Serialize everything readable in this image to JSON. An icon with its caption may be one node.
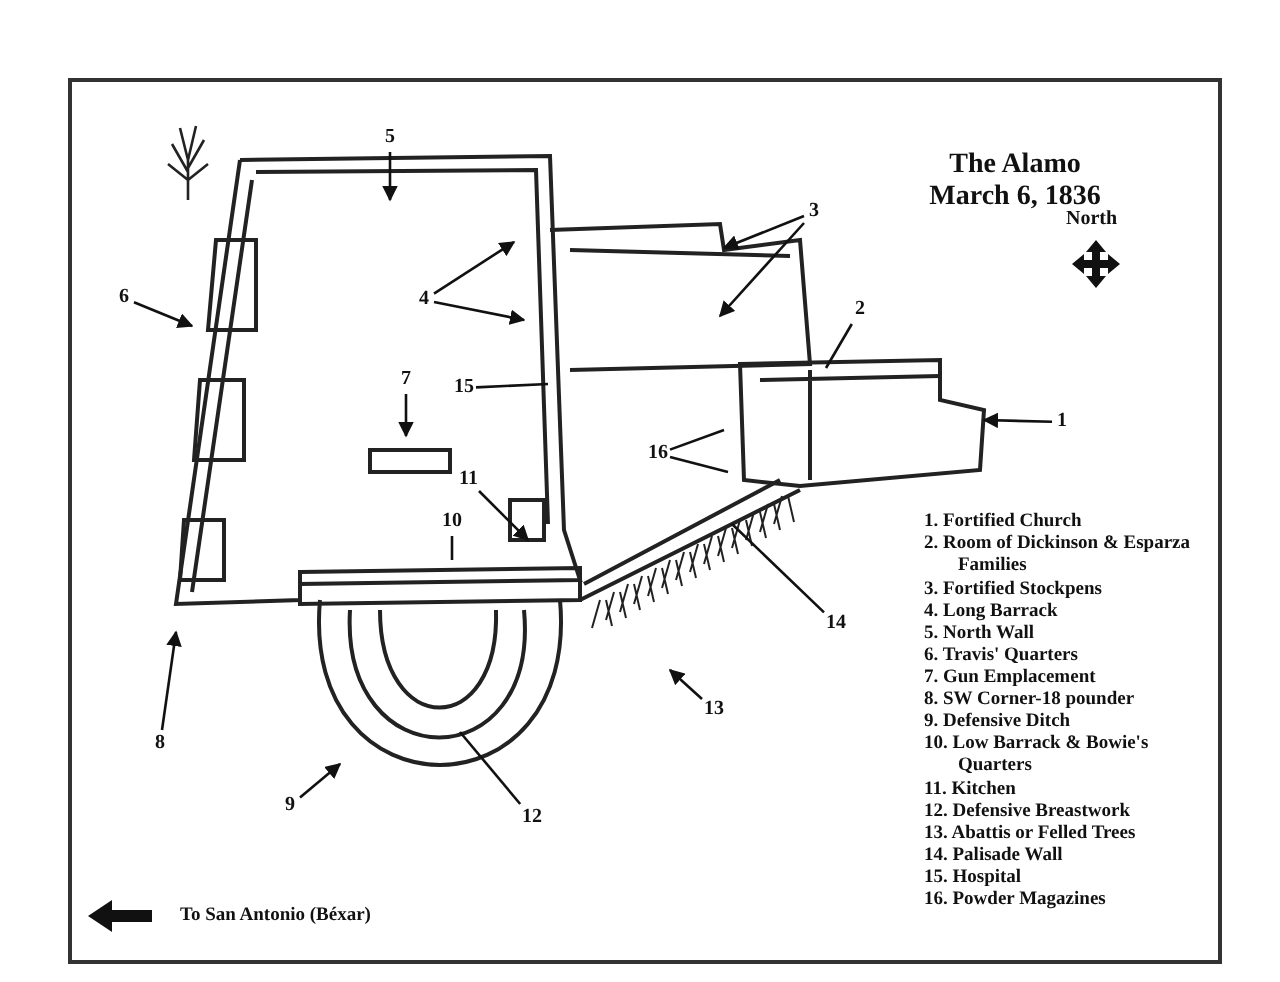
{
  "diagram": {
    "title": "The Alamo March 6, 1836",
    "nodes": [
      {
        "text": [
          "5"
        ]
      },
      {
        "text": [
          "3"
        ]
      },
      {
        "text": [
          "4"
        ]
      },
      {
        "text": [
          "6"
        ]
      },
      {
        "text": [
          "2"
        ]
      },
      {
        "text": [
          "15"
        ]
      },
      {
        "text": [
          "7"
        ]
      },
      {
        "text": [
          "1"
        ]
      },
      {
        "text": [
          "16"
        ]
      },
      {
        "text": [
          "11"
        ]
      },
      {
        "text": [
          "10"
        ]
      },
      {
        "text": [
          "14"
        ]
      },
      {
        "text": [
          "13"
        ]
      },
      {
        "text": [
          "8"
        ]
      },
      {
        "text": [
          "9"
        ]
      },
      {
        "text": [
          "12"
        ]
      }
    ],
    "edges": [
      {
        "from": 0,
        "to": null,
        "arrow": "to"
      },
      {
        "from": 1,
        "to": null,
        "arrow": "to"
      },
      {
        "from": 1,
        "to": null,
        "arrow": "to"
      },
      {
        "from": 2,
        "to": null,
        "arrow": "to"
      },
      {
        "from": 2,
        "to": null,
        "arrow": "to"
      },
      {
        "from": 3,
        "to": null,
        "arrow": "to"
      },
      {
        "from": 4,
        "to": null,
        "arrow": "none"
      },
      {
        "from": 5,
        "to": null,
        "arrow": "none"
      },
      {
        "from": 6,
        "to": null,
        "arrow": "to"
      },
      {
        "from": 7,
        "to": null,
        "arrow": "to"
      },
      {
        "from": 8,
        "to": null,
        "arrow": "none"
      },
      {
        "from": 8,
        "to": null,
        "arrow": "none"
      },
      {
        "from": 9,
        "to": null,
        "arrow": "to"
      },
      {
        "from": 10,
        "to": null,
        "arrow": "none"
      },
      {
        "from": 11,
        "to": null,
        "arrow": "none"
      },
      {
        "from": 12,
        "to": null,
        "arrow": "to"
      },
      {
        "from": 13,
        "to": null,
        "arrow": "to"
      },
      {
        "from": 14,
        "to": null,
        "arrow": "to"
      },
      {
        "from": 15,
        "to": null,
        "arrow": "none"
      }
    ],
    "labels": [
      "North",
      "1. Fortified Church",
      "2. Room of Dickinson & Esparza Families",
      "3. Fortified Stockpens",
      "4. Long Barrack",
      "5. North Wall",
      "6. Travis' Quarters",
      "7. Gun Emplacement",
      "8. SW Corner-18 pounder",
      "9. Defensive Ditch",
      "10. Low Barrack & Bowie's Quarters",
      "11. Kitchen",
      "12. Defensive Breastwork",
      "13. Abattis or Felled Trees",
      "14. Palisade Wall",
      "15. Hospital",
      "16. Powder Magazines",
      "To San Antonio (Béxar)"
    ]
  }
}
